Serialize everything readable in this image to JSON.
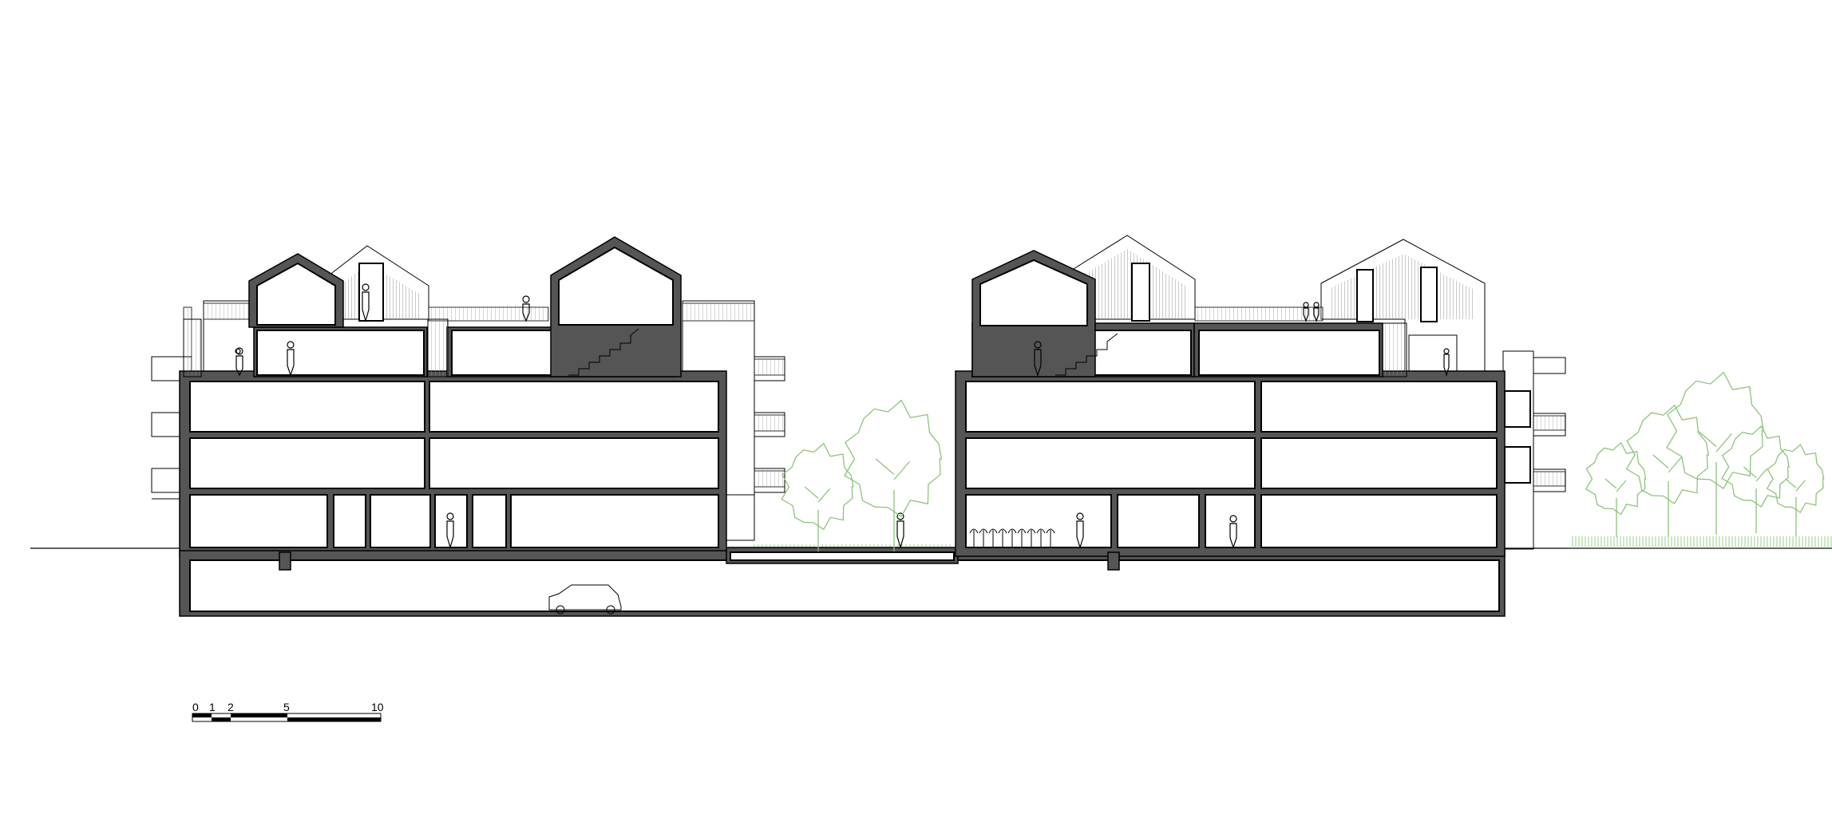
{
  "scale_bar": {
    "ticks": [
      "0",
      "1",
      "2",
      "5",
      "10"
    ]
  },
  "colors": {
    "structure": "#555555",
    "line": "#000000",
    "vegetation": "#8cc47a",
    "background": "#ffffff"
  }
}
